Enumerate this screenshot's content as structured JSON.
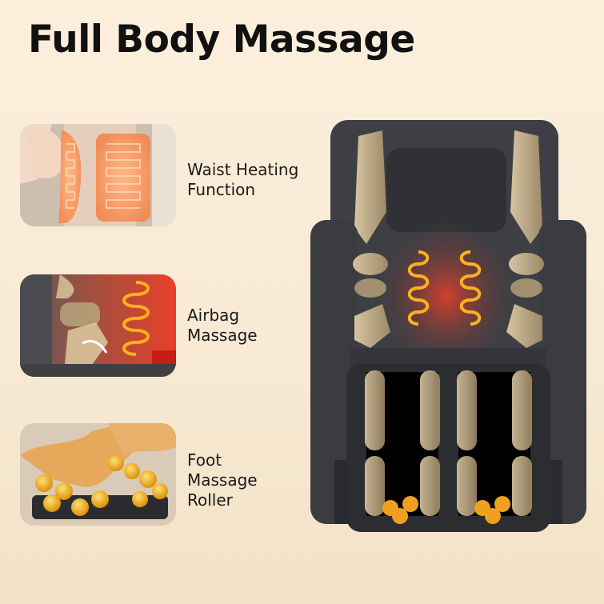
{
  "title": "Full Body Massage",
  "features": [
    {
      "id": "waist-heating",
      "line1": "Waist Heating",
      "line2": "Function",
      "line3": "",
      "icon": "heating-pad-icon"
    },
    {
      "id": "airbag-massage",
      "line1": "Airbag",
      "line2": "Massage",
      "line3": "",
      "icon": "airbag-icon"
    },
    {
      "id": "foot-roller",
      "line1": "Foot",
      "line2": "Massage",
      "line3": "Roller",
      "icon": "foot-roller-icon"
    }
  ],
  "colors": {
    "background": "#fcefdc",
    "chair": "#3a3c40",
    "heat": "#f5a623",
    "heat_glow": "#e8402a",
    "airbag": "#d9c49a"
  }
}
